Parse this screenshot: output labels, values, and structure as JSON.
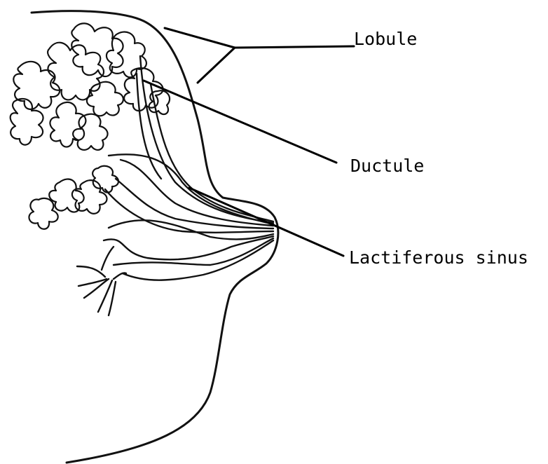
{
  "labels": {
    "lobule": "Lobule",
    "ductule": "Ductule",
    "lactiferous_sinus": "Lactiferous sinus"
  }
}
